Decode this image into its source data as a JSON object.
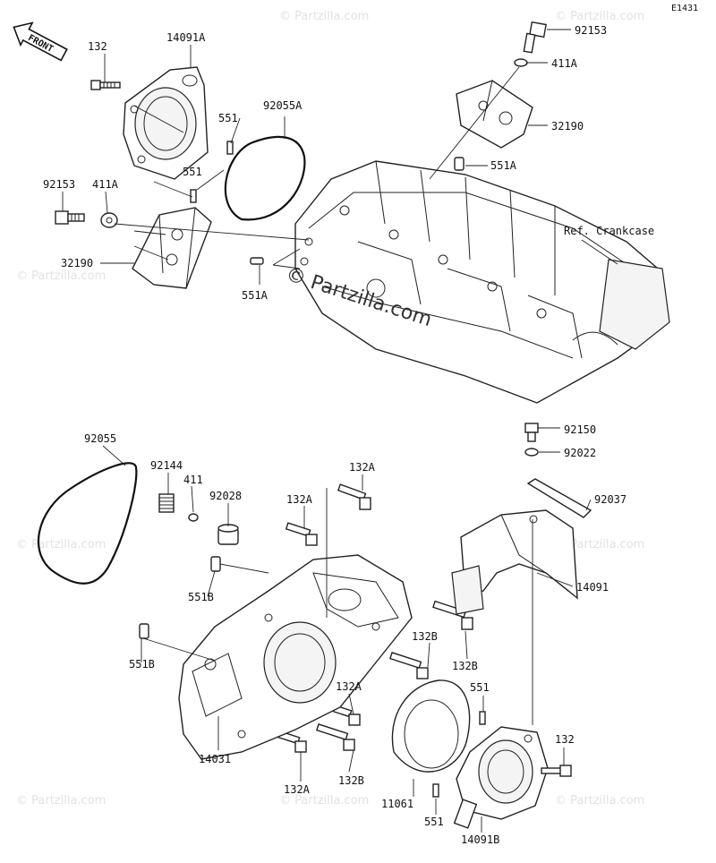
{
  "diagram_id": "E1431",
  "front_arrow": "FRONT",
  "reference_label": "Ref. Crankcase",
  "watermark_center": "© Partzilla.com",
  "watermark_tile": "© Partzilla.com",
  "callouts": {
    "c132_tl": "132",
    "c14091A": "14091A",
    "c551_a": "551",
    "c551_b": "551",
    "c92055A": "92055A",
    "c92153_l": "92153",
    "c411A_l": "411A",
    "c32190_l": "32190",
    "c551A_l": "551A",
    "c92153_r": "92153",
    "c411A_r": "411A",
    "c32190_r": "32190",
    "c551A_r": "551A",
    "c92055": "92055",
    "c92144": "92144",
    "c411": "411",
    "c92028": "92028",
    "c551B_a": "551B",
    "c551B_b": "551B",
    "c132A_a": "132A",
    "c132A_b": "132A",
    "c132A_c": "132A",
    "c132A_d": "132A",
    "c132B_a": "132B",
    "c132B_b": "132B",
    "c132B_c": "132B",
    "c14031": "14031",
    "c92150": "92150",
    "c92022": "92022",
    "c92037": "92037",
    "c14091": "14091",
    "c551_c": "551",
    "c551_d": "551",
    "c11061": "11061",
    "c132_br": "132",
    "c14091B": "14091B"
  }
}
